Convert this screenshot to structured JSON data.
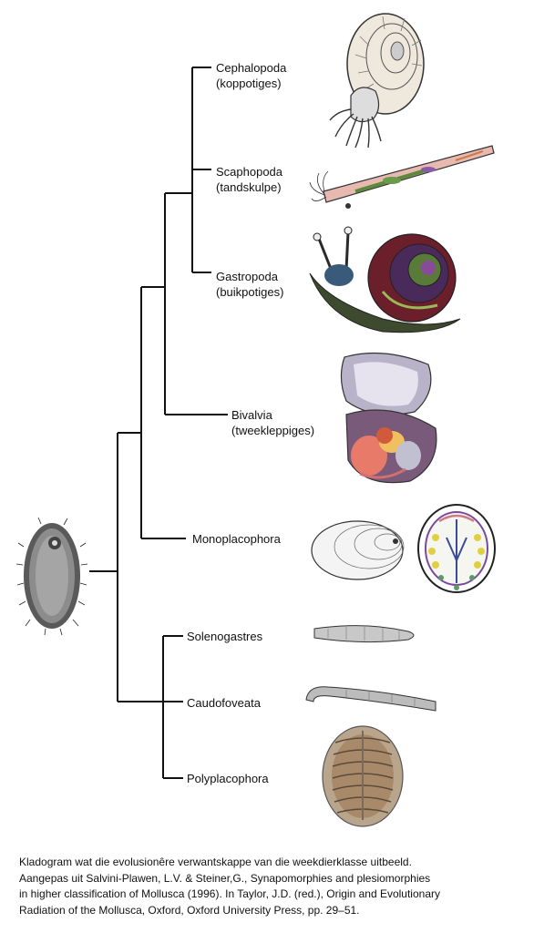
{
  "taxa": [
    {
      "key": "cephalopoda",
      "name": "Cephalopoda",
      "common": "(koppotiges)",
      "illustration": "nautilus-illustration"
    },
    {
      "key": "scaphopoda",
      "name": "Scaphopoda",
      "common": "(tandskulpe)",
      "illustration": "tusk-shell-illustration"
    },
    {
      "key": "gastropoda",
      "name": "Gastropoda",
      "common": "(buikpotiges)",
      "illustration": "snail-illustration"
    },
    {
      "key": "bivalvia",
      "name": "Bivalvia",
      "common": "(tweekleppiges)",
      "illustration": "clam-illustration"
    },
    {
      "key": "monoplacophora",
      "name": "Monoplacophora",
      "common": "",
      "illustration": "monoplacophoran-illustration"
    },
    {
      "key": "solenogastres",
      "name": "Solenogastres",
      "common": "",
      "illustration": "worm-mollusc-illustration"
    },
    {
      "key": "caudofoveata",
      "name": "Caudofoveata",
      "common": "",
      "illustration": "caudofoveate-illustration"
    },
    {
      "key": "polyplacophora",
      "name": "Polyplacophora",
      "common": "",
      "illustration": "chiton-illustration"
    }
  ],
  "caption": [
    "Kladogram wat die evolusionêre verwantskappe van die weekdierklasse uitbeeld.",
    "Aangepas uit Salvini-Plawen, L.V. & Steiner,G., Synapomorphies and plesiomorphies",
    "in higher classification of Mollusca (1996). In Taylor, J.D. (red.), Origin and Evolutionary",
    "Radiation of the Mollusca, Oxford, Oxford University Press, pp. 29–51."
  ],
  "colors": {
    "line": "#111111",
    "shell_cream": "#efe8dc",
    "snail_body": "#3d4a2e",
    "snail_shell": "#6b1f2a",
    "clam_interior": "#b9b3c9",
    "chiton": "#a88a6a",
    "tusk_pink": "#e8b9b0"
  }
}
